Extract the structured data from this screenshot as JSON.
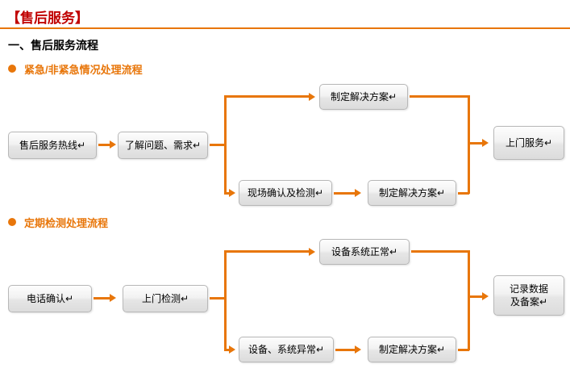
{
  "header": {
    "title": "【售后服务】",
    "rule_color": "#e8760a",
    "title_color": "#c00000"
  },
  "section": {
    "heading": "一、售后服务流程",
    "bullets": [
      {
        "id": "bullet1",
        "label": "紧急/非紧急情况处理流程"
      },
      {
        "id": "bullet2",
        "label": "定期检测处理流程"
      }
    ],
    "bullet_color": "#e8760a"
  },
  "flow1": {
    "nodes": [
      {
        "id": "f1n1",
        "label": "售后服务热线↵"
      },
      {
        "id": "f1n2",
        "label": "了解问题、需求↵"
      },
      {
        "id": "f1n3",
        "label": "制定解决方案↵"
      },
      {
        "id": "f1n4",
        "label": "现场确认及检测↵"
      },
      {
        "id": "f1n5",
        "label": "制定解决方案↵"
      },
      {
        "id": "f1n6",
        "label": "上门服务↵"
      }
    ]
  },
  "flow2": {
    "nodes": [
      {
        "id": "f2n1",
        "label": "电话确认↵"
      },
      {
        "id": "f2n2",
        "label": "上门检测↵"
      },
      {
        "id": "f2n3",
        "label": "设备系统正常↵"
      },
      {
        "id": "f2n4",
        "label": "设备、系统异常↵"
      },
      {
        "id": "f2n5",
        "label": "制定解决方案↵"
      },
      {
        "id": "f2n6",
        "label": "记录数据\n及备案↵"
      }
    ]
  },
  "theme": {
    "connector_color": "#e8760a",
    "box_border": "#b8b8b8",
    "box_fill_top": "#fdfdfd",
    "box_fill_bottom": "#dcdcdc"
  }
}
